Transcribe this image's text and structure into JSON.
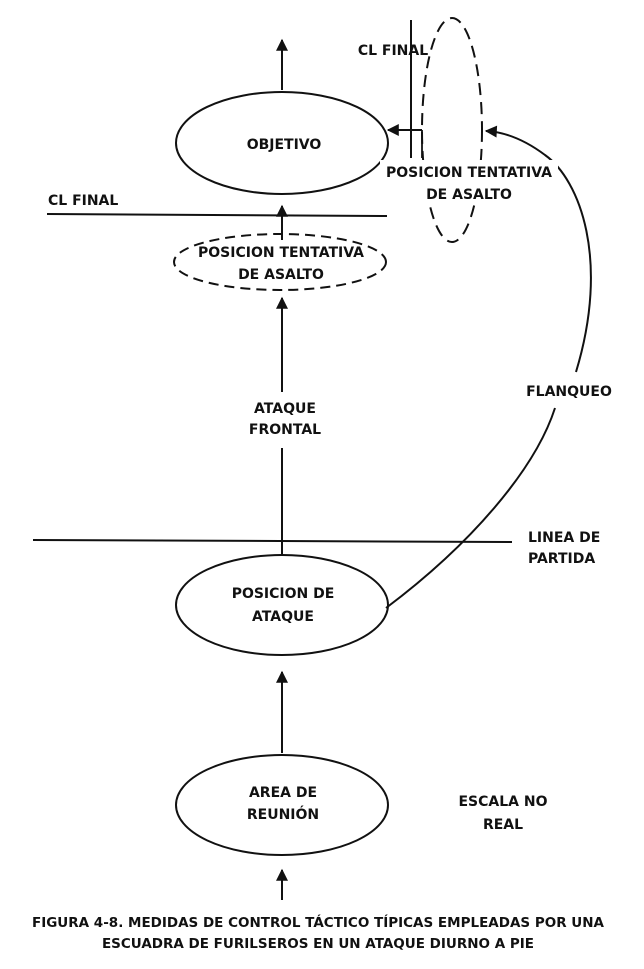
{
  "nodes": {
    "objetivo": "OBJETIVO",
    "ptas_center_l1": "POSICION TENTATIVA",
    "ptas_center_l2": "DE ASALTO",
    "ptas_right_l1": "POSICION TENTATIVA",
    "ptas_right_l2": "DE ASALTO",
    "posicion_ataque_l1": "POSICION DE",
    "posicion_ataque_l2": "ATAQUE",
    "area_reunion_l1": "AREA DE",
    "area_reunion_l2": "REUNIÓN"
  },
  "lines": {
    "cl_final_left": "CL FINAL",
    "cl_final_top": "CL FINAL",
    "linea_partida_l1": "LINEA DE",
    "linea_partida_l2": "PARTIDA"
  },
  "paths": {
    "ataque_frontal_l1": "ATAQUE",
    "ataque_frontal_l2": "FRONTAL",
    "flanqueo": "FLANQUEO"
  },
  "notes": {
    "escala_l1": "ESCALA NO",
    "escala_l2": "REAL"
  },
  "caption": {
    "line1": "FIGURA 4-8. MEDIDAS DE CONTROL TÁCTICO TÍPICAS EMPLEADAS POR UNA",
    "line2": "ESCUADRA DE FURILSEROS EN UN ATAQUE DIURNO A PIE"
  }
}
